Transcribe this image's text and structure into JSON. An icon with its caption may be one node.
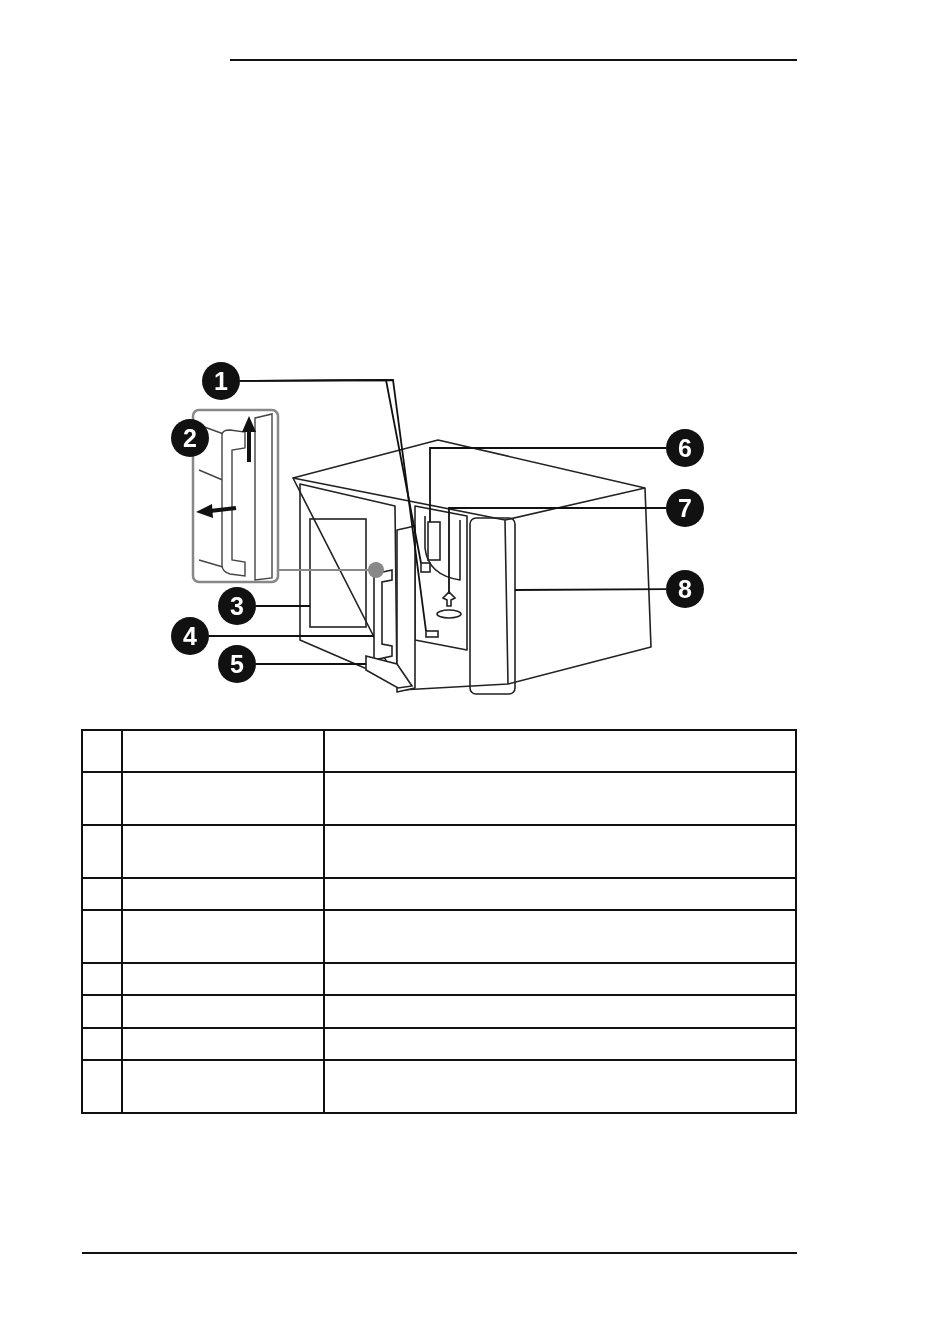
{
  "diagram": {
    "nodes": [
      {
        "text": [
          "1"
        ]
      },
      {
        "text": [
          "2"
        ]
      },
      {
        "text": [
          "3"
        ]
      },
      {
        "text": [
          "4"
        ]
      },
      {
        "text": [
          "5"
        ]
      },
      {
        "text": [
          "6"
        ]
      },
      {
        "text": [
          "7"
        ]
      },
      {
        "text": [
          "8"
        ]
      },
      {
        "text": [],
        "shape": "box"
      },
      {
        "text": [],
        "shape": "box"
      },
      {
        "text": [],
        "shape": "box"
      },
      {
        "text": [],
        "shape": "picture"
      },
      {
        "text": [],
        "shape": "picture"
      },
      {
        "text": [],
        "shape": "box"
      },
      {
        "text": [],
        "shape": "picture"
      },
      {
        "text": [],
        "shape": "box"
      },
      {
        "text": [],
        "shape": "box"
      },
      {
        "text": [],
        "shape": "circle"
      }
    ],
    "edges": [
      {
        "from": 0,
        "to": 8,
        "arrow": "none"
      },
      {
        "from": 0,
        "to": 9,
        "arrow": "none"
      },
      {
        "from": 2,
        "to": 10,
        "arrow": "none"
      },
      {
        "from": 3,
        "to": 11,
        "arrow": "none"
      },
      {
        "from": 4,
        "to": 12,
        "arrow": "none"
      },
      {
        "from": 5,
        "to": 13,
        "arrow": "none"
      },
      {
        "from": 6,
        "to": 14,
        "arrow": "none"
      },
      {
        "from": 7,
        "to": 15,
        "arrow": "none"
      },
      {
        "from": 16,
        "to": 17,
        "arrow": "none",
        "color": "#888888"
      }
    ]
  }
}
